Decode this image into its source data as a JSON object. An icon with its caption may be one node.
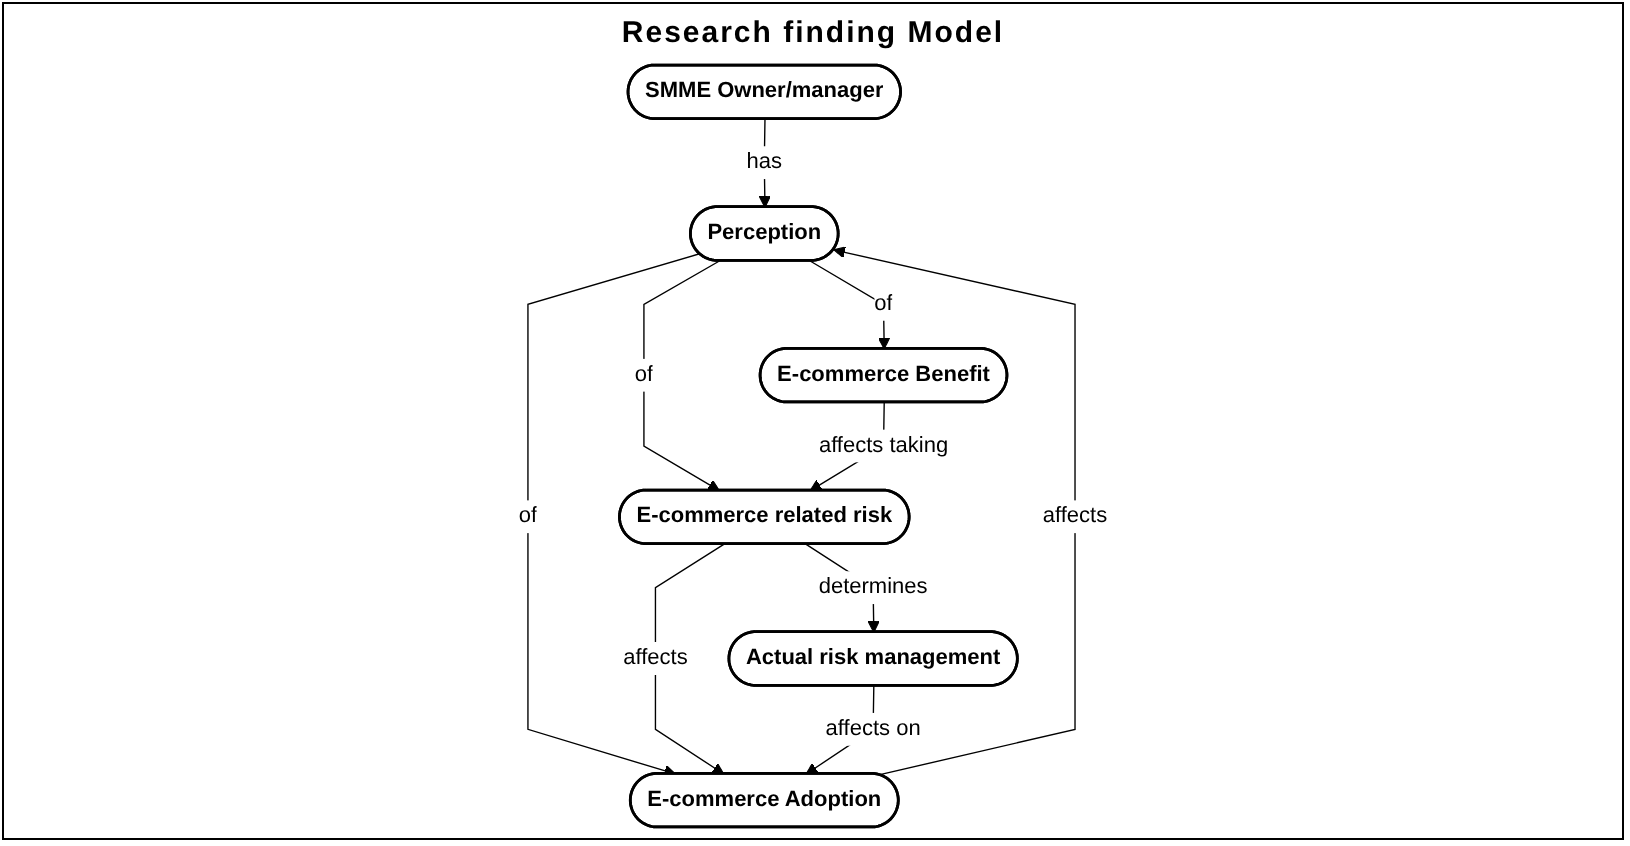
{
  "diagram": {
    "title": "Research finding Model",
    "nodes": [
      {
        "text": [
          "SMME Owner/manager"
        ]
      },
      {
        "text": [
          "Perception"
        ]
      },
      {
        "text": [
          "E-commerce Benefit"
        ]
      },
      {
        "text": [
          "E-commerce related risk"
        ]
      },
      {
        "text": [
          "E-commerce Adoption"
        ]
      },
      {
        "text": [
          "Actual risk management"
        ]
      }
    ],
    "edges": [
      {
        "from": 0,
        "to": 1,
        "arrow": "to",
        "label": "has"
      },
      {
        "from": 1,
        "to": 2,
        "arrow": "to",
        "label": "of"
      },
      {
        "from": 1,
        "to": 3,
        "arrow": "to",
        "label": "of"
      },
      {
        "from": 1,
        "to": 4,
        "arrow": "to",
        "label": "of"
      },
      {
        "from": 4,
        "to": 1,
        "arrow": "to",
        "label": "affects"
      },
      {
        "from": 2,
        "to": 3,
        "arrow": "to",
        "label": "affects taking"
      },
      {
        "from": 3,
        "to": 4,
        "arrow": "to",
        "label": "affects"
      },
      {
        "from": 3,
        "to": 5,
        "arrow": "to",
        "label": "determines"
      },
      {
        "from": 5,
        "to": 4,
        "arrow": "to",
        "label": "affects on"
      }
    ]
  }
}
